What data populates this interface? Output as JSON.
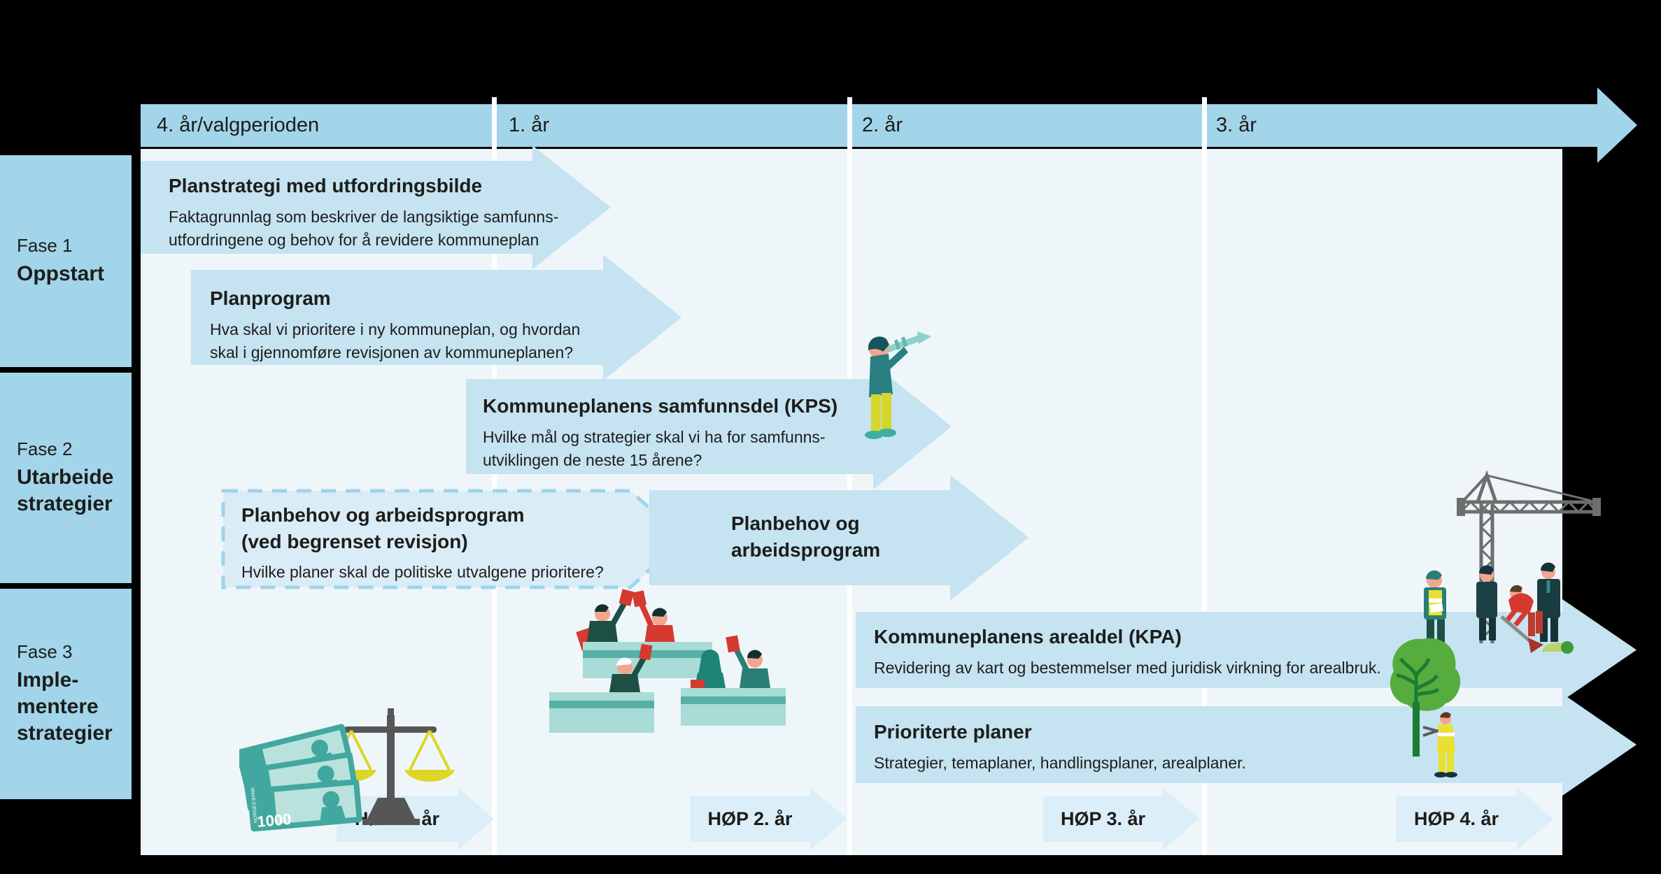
{
  "palette": {
    "background": "#000000",
    "band_blue": "#a2d5ea",
    "arrow_blue": "#c5e3f1",
    "arrow_light_blue": "#dceef7",
    "content_bg": "#eff6fa",
    "text": "#1d1d1b",
    "white": "#ffffff",
    "red": "#d6392f",
    "teal": "#3fa69e",
    "dark_teal": "#1d6e66",
    "green": "#55ab3b",
    "dark_green": "#1c7c35",
    "yellow": "#e0da2d",
    "gray": "#5b5b5b"
  },
  "timeline": {
    "periods": [
      {
        "label": "4. år/valgperioden"
      },
      {
        "label": "1. år"
      },
      {
        "label": "2. år"
      },
      {
        "label": "3. år"
      }
    ]
  },
  "sidebar": {
    "phases": [
      {
        "label": "Fase 1",
        "title": "Oppstart"
      },
      {
        "label": "Fase 2",
        "title": "Utarbeide\nstrategier"
      },
      {
        "label": "Fase 3",
        "title": "Imple-\nmentere\nstrategier"
      }
    ]
  },
  "arrows": {
    "planstrategi": {
      "title": "Planstrategi med utfordringsbilde",
      "desc": "Faktagrunnlag som beskriver de langsiktige samfunns-\nutfordringene og behov for å revidere kommuneplan"
    },
    "planprogram": {
      "title": "Planprogram",
      "desc": "Hva skal vi prioritere i ny kommuneplan, og hvordan\nskal i gjennomføre revisjonen av kommuneplanen?"
    },
    "kps": {
      "title": "Kommuneplanens samfunnsdel (KPS)",
      "desc": "Hvilke mål og strategier skal vi ha for samfunns-\nutviklingen de neste 15 årene?"
    },
    "planbehov_begrenset": {
      "title": "Planbehov og arbeidsprogram\n(ved begrenset revisjon)",
      "desc": "Hvilke planer skal de politiske utvalgene prioritere?"
    },
    "planbehov": {
      "title": "Planbehov og\narbeidsprogram"
    },
    "kpa": {
      "title": "Kommuneplanens arealdel (KPA)",
      "desc": "Revidering av kart og bestemmelser med juridisk virkning for arealbruk."
    },
    "prioriterte": {
      "title": "Prioriterte planer",
      "desc": "Strategier, temaplaner, handlingsplaner, arealplaner."
    }
  },
  "hop_arrows": [
    {
      "label": "HØP 1. år"
    },
    {
      "label": "HØP 2. år"
    },
    {
      "label": "HØP 3. år"
    },
    {
      "label": "HØP 4. år"
    }
  ],
  "money": {
    "bill_value": "1000",
    "bill_bank": "NORGES BANK"
  }
}
